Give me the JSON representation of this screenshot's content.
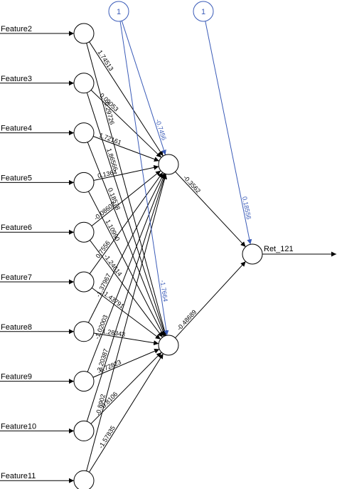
{
  "inputs": [
    "Feature2",
    "Feature3",
    "Feature4",
    "Feature5",
    "Feature6",
    "Feature7",
    "Feature8",
    "Feature9",
    "Feature10",
    "Feature11"
  ],
  "output": "Ret_121",
  "bias_label": "1",
  "weights_h1": [
    "1.74513",
    "0.09053",
    "1.72161",
    "0.1364",
    "-0.08602",
    "0.7556",
    "-1.37967",
    "-1.02003",
    "-2.20387",
    "-0.8902"
  ],
  "weights_h2": [
    "-0.29726",
    "1.86566",
    "0.18578",
    "1.10990",
    "-1.24614",
    "-1.43791",
    "1.28343",
    "0.72823",
    "0.8106",
    "-1.57835"
  ],
  "bias_weights": {
    "h1": "-0.7456",
    "h2": "-1.7664",
    "out": "0.18556"
  },
  "hidden_to_out": [
    "-0.3562",
    "-0.48689"
  ],
  "colors": {
    "main": "#000000",
    "bias": "#3a5bb8"
  }
}
